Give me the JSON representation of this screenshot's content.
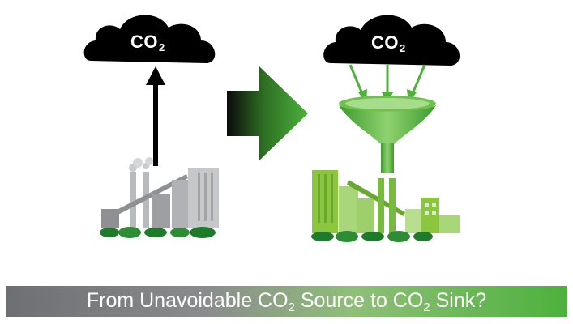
{
  "left_cloud": {
    "label": "CO",
    "sub": "2"
  },
  "right_cloud": {
    "label": "CO",
    "sub": "2"
  },
  "banner": {
    "part1": "From Unavoidable CO",
    "sub1": "2",
    "part2": " Source to CO",
    "sub2": "2",
    "part3": " Sink?"
  },
  "icons": [
    "cloud-icon",
    "up-arrow-icon",
    "right-arrow-icon",
    "funnel-icon",
    "coal-plant-icon",
    "green-plant-icon"
  ],
  "colors": {
    "cloud": "#000000",
    "accent_green": "#4db13c",
    "plant_gray": "#a7a9ac",
    "plant_green": "#8cc63f"
  }
}
